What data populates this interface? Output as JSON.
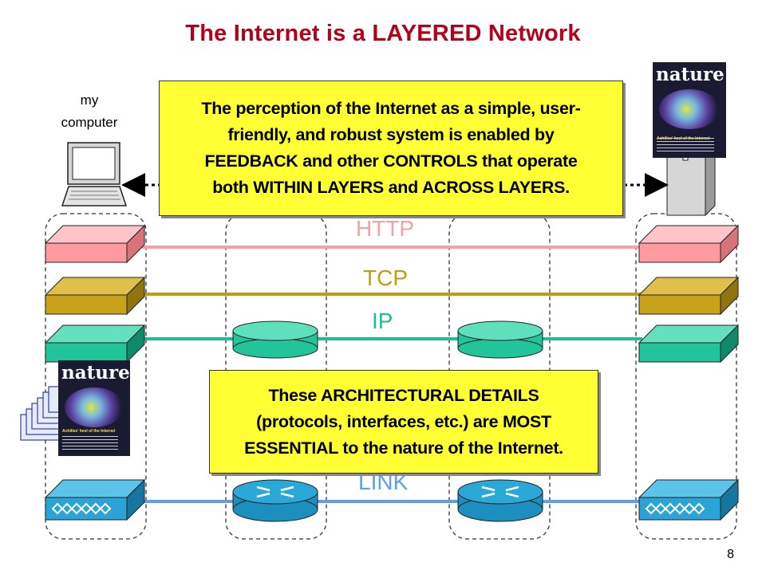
{
  "slide": {
    "title": "The Internet is a LAYERED Network",
    "page_number": "8"
  },
  "labels": {
    "my_computer": "my\ncomputer",
    "router_1": "router",
    "router_2": "router"
  },
  "layers": {
    "http": {
      "label": "HTTP",
      "color": "#f4a0a6"
    },
    "tcp": {
      "label": "TCP",
      "color": "#c09c14"
    },
    "ip": {
      "label": "IP",
      "color": "#1ebf98"
    },
    "link": {
      "label": "LINK",
      "color": "#5f9fe8"
    }
  },
  "callouts": {
    "top": "The perception of the Internet as a simple, user-\nfriendly, and robust system is enabled by\nFEEDBACK and other CONTROLS that operate\nboth WITHIN LAYERS and ACROSS LAYERS.",
    "bottom": "These ARCHITECTURAL DETAILS\n(protocols, interfaces, etc.) are MOST\nESSENTIAL to the nature of the Internet."
  },
  "covers": {
    "brand": "nature",
    "caption": "Achilles' heel of the Internet"
  },
  "colors": {
    "title": "#b3001b",
    "callout_fill": "#ffff33",
    "http_box": "#ff9aa0",
    "tcp_box": "#c8a21a",
    "ip_box": "#22c49a",
    "link_box": "#2aa3d6",
    "router_fill": "#2aa8d8"
  }
}
